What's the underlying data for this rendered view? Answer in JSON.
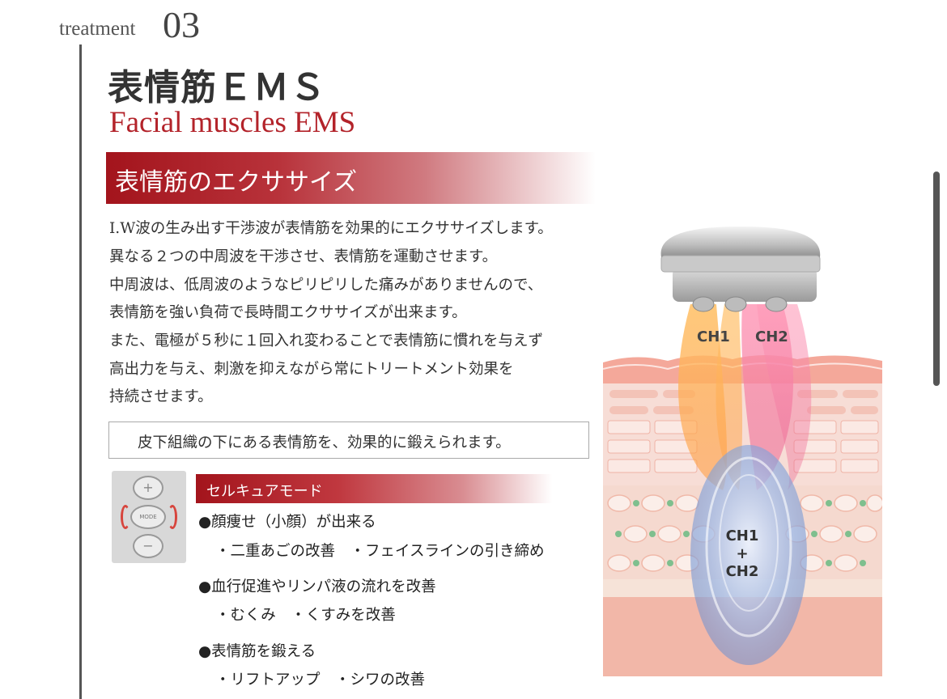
{
  "header": {
    "treatment_word": "treatment",
    "treatment_number": "03",
    "title_ja": "表情筋ＥＭＳ",
    "title_en": "Facial muscles EMS"
  },
  "section": {
    "title": "表情筋のエクササイズ",
    "paragraph_lines": [
      "I.W波の生み出す干渉波が表情筋を効果的にエクササイズします。",
      "異なる２つの中周波を干渉させ、表情筋を運動させます。",
      "中周波は、低周波のようなピリピリした痛みがありませんので、",
      "表情筋を強い負荷で長時間エクササイズが出来ます。",
      "また、電極が５秒に１回入れ変わることで表情筋に慣れを与えず",
      "高出力を与え、刺激を抑えながら常にトリートメント効果を",
      "持続させます。"
    ],
    "box_text": "皮下組織の下にある表情筋を、効果的に鍛えられます。"
  },
  "remote": {
    "plus": "+",
    "mode": "MODE",
    "minus": "−"
  },
  "mode": {
    "title": "セルキュアモード",
    "items": [
      {
        "bullet": "●顔痩せ（小顔）が出来る",
        "sub": "・二重あごの改善　・フェイスラインの引き締め"
      },
      {
        "bullet": "●血行促進やリンパ液の流れを改善",
        "sub": "・むくみ　・くすみを改善"
      },
      {
        "bullet": "●表情筋を鍛える",
        "sub": "・リフトアップ　・シワの改善"
      }
    ]
  },
  "diagram": {
    "ch1": "CH1",
    "ch2": "CH2",
    "combined_top": "CH1",
    "combined_plus": "+",
    "combined_bottom": "CH2"
  },
  "colors": {
    "accent_red": "#a3141c",
    "title_red": "#b3232a"
  }
}
